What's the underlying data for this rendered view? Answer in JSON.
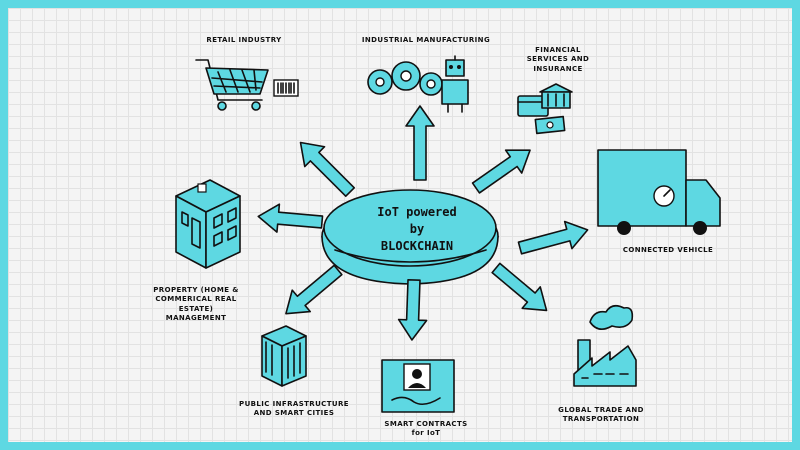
{
  "hub": {
    "line1": "IoT powered",
    "line2": "by",
    "line3": "BLOCKCHAIN"
  },
  "nodes": {
    "retail": "RETAIL INDUSTRY",
    "manufacturing": "INDUSTRIAL MANUFACTURING",
    "financial": "FINANCIAL\nSERVICES AND\nINSURANCE",
    "vehicle": "CONNECTED VEHICLE",
    "property": "PROPERTY (HOME &\nCOMMERICAL REAL\nESTATE)\nMANAGEMENT",
    "infrastructure": "PUBLIC INFRASTRUCTURE\nAND SMART CITIES",
    "contracts": "SMART CONTRACTS\nfor IoT",
    "trade": "GLOBAL TRADE AND\nTRANSPORTATION"
  },
  "colors": {
    "accent": "#5ed8e2",
    "ink": "#111111",
    "background": "#f4f4f4"
  },
  "icons": [
    "shopping-cart-icon",
    "barcode-icon",
    "gears-icon",
    "robot-icon",
    "card-icon",
    "bank-icon",
    "money-icon",
    "truck-icon",
    "building-icon",
    "tower-icon",
    "contract-icon",
    "factory-icon"
  ]
}
